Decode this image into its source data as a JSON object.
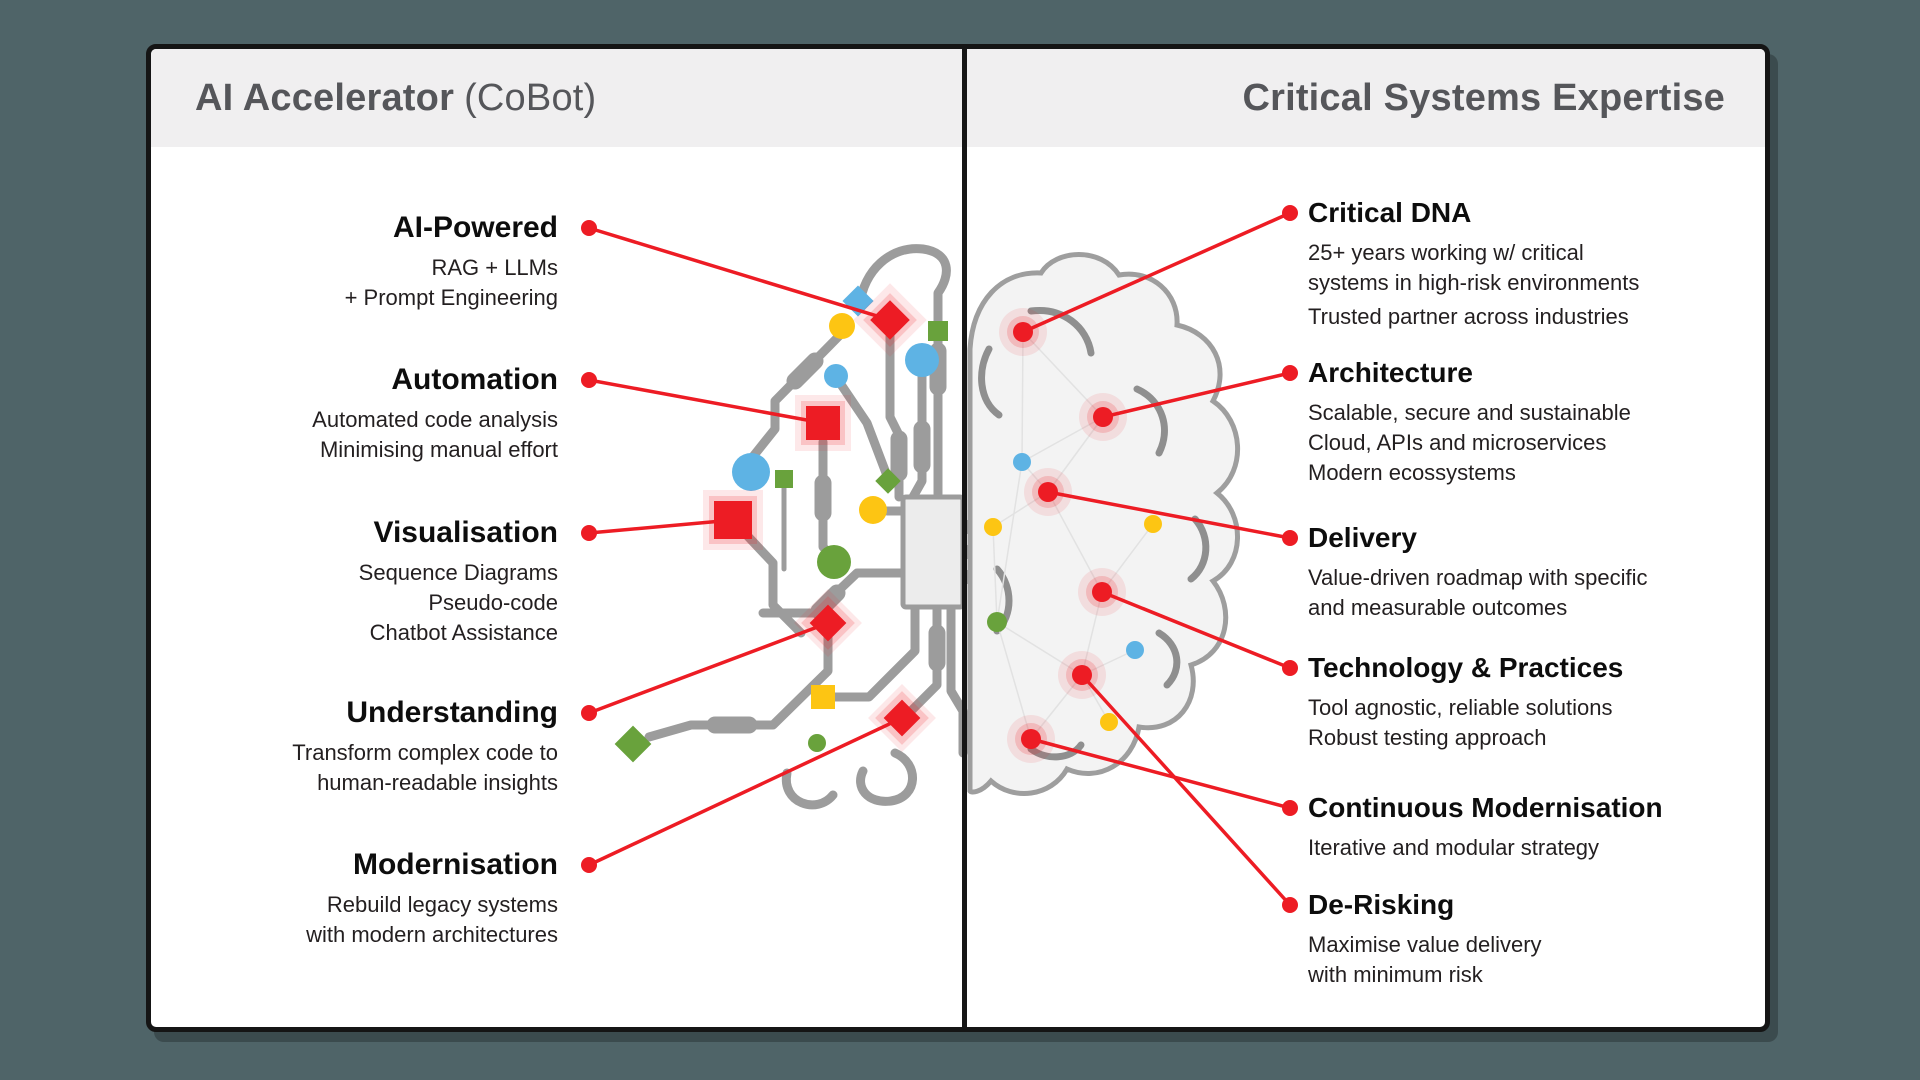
{
  "header": {
    "left_title": "AI Accelerator",
    "left_title_suffix": "(CoBot)",
    "right_title": "Critical Systems Expertise"
  },
  "left_panel": {
    "sections": [
      {
        "heading": "AI-Powered",
        "lines": [
          "RAG + LLMs",
          "+ Prompt Engineering"
        ]
      },
      {
        "heading": "Automation",
        "lines": [
          "Automated code analysis",
          "Minimising manual effort"
        ]
      },
      {
        "heading": "Visualisation",
        "lines": [
          "Sequence Diagrams",
          "Pseudo-code",
          "Chatbot Assistance"
        ]
      },
      {
        "heading": "Understanding",
        "lines": [
          "Transform complex code to",
          "human-readable insights"
        ]
      },
      {
        "heading": "Modernisation",
        "lines": [
          "Rebuild legacy systems",
          "with modern architectures"
        ]
      }
    ]
  },
  "right_panel": {
    "sections": [
      {
        "heading": "Critical DNA",
        "lines": [
          "25+ years working w/ critical",
          "systems in high-risk environments",
          "Trusted partner across industries"
        ]
      },
      {
        "heading": "Architecture",
        "lines": [
          "Scalable, secure and sustainable",
          "Cloud, APIs and microservices",
          "Modern ecossystems"
        ]
      },
      {
        "heading": "Delivery",
        "lines": [
          "Value-driven roadmap with specific",
          "and measurable outcomes"
        ]
      },
      {
        "heading": "Technology & Practices",
        "lines": [
          "Tool agnostic, reliable solutions",
          "Robust testing approach"
        ]
      },
      {
        "heading": "Continuous Modernisation",
        "lines": [
          "Iterative and modular strategy"
        ]
      },
      {
        "heading": "De-Risking",
        "lines": [
          "Maximise value delivery",
          "with minimum risk"
        ]
      }
    ]
  },
  "colors": {
    "background": "#4f6468",
    "accent_red": "#ED1C24",
    "yellow": "#FDC513",
    "blue": "#5EB3E4",
    "green": "#69A23C",
    "trace_gray": "#9C9C9C",
    "header_bg": "#F0EFF0",
    "title_text": "#55565A",
    "body_text": "#231F20"
  }
}
